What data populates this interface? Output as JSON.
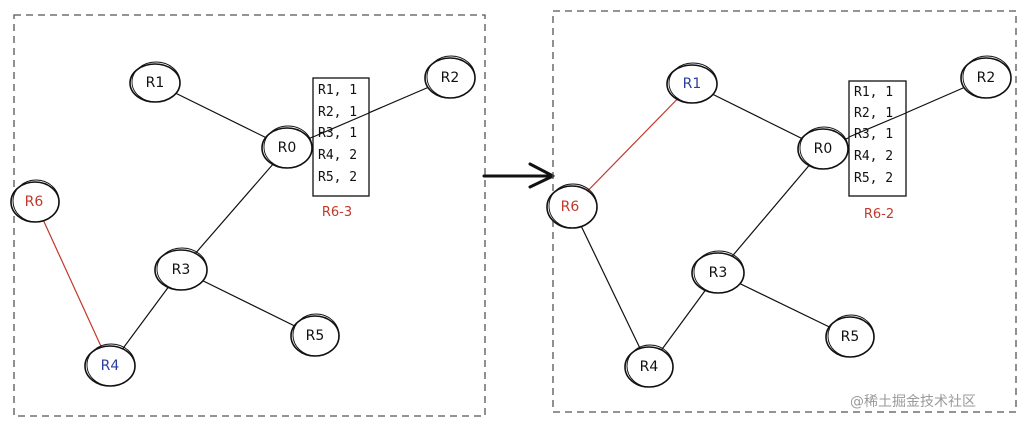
{
  "left_panel": {
    "nodes": {
      "R1": "R1",
      "R2": "R2",
      "R0": "R0",
      "R6": "R6",
      "R3": "R3",
      "R4": "R4",
      "R5": "R5"
    },
    "table_rows": [
      "R1, 1",
      "R2, 1",
      "R3, 1",
      "R4, 2",
      "R5, 2"
    ],
    "caption": "R6-3"
  },
  "right_panel": {
    "nodes": {
      "R1": "R1",
      "R2": "R2",
      "R0": "R0",
      "R6": "R6",
      "R3": "R3",
      "R4": "R4",
      "R5": "R5"
    },
    "table_rows": [
      "R1, 1",
      "R2, 1",
      "R3, 1",
      "R4, 2",
      "R5, 2"
    ],
    "caption": "R6-2"
  },
  "watermark": "@稀土掘金技术社区",
  "colors": {
    "highlight_red": "#c0392b",
    "highlight_blue": "#2c3e9e",
    "ink": "#111111"
  }
}
